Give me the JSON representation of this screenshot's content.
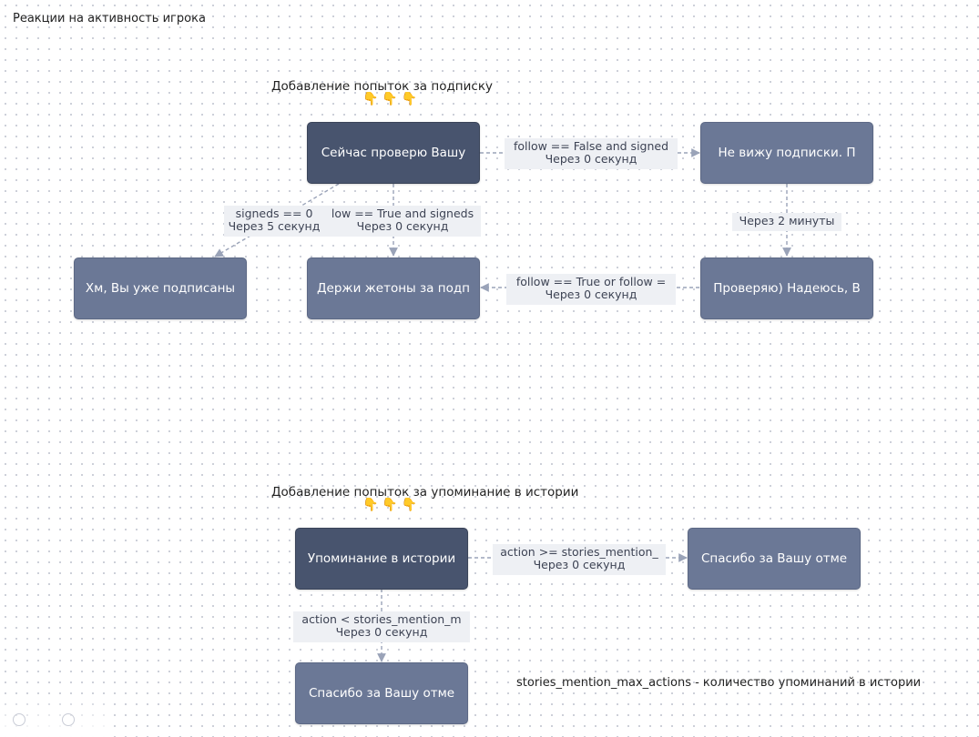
{
  "page": {
    "title": "Реакции на активность игрока"
  },
  "sections": [
    {
      "title": "Добавление попыток за подписку",
      "emojis": "👇👇👇"
    },
    {
      "title": "Добавление попыток за упоминание в истории",
      "emojis": "👇👇👇"
    }
  ],
  "nodes": {
    "check_sub": {
      "label": "Сейчас проверю Вашу",
      "style": "dark"
    },
    "no_sub": {
      "label": "Не вижу подписки. П",
      "style": "light"
    },
    "already_sub": {
      "label": "Хм, Вы уже подписаны",
      "style": "light"
    },
    "give_tokens": {
      "label": "Держи жетоны за подп",
      "style": "light"
    },
    "recheck": {
      "label": "Проверяю) Надеюсь, В",
      "style": "light"
    },
    "story_mention": {
      "label": "Упоминание в истории",
      "style": "dark"
    },
    "thanks_right": {
      "label": "Спасибо за Вашу отме",
      "style": "light"
    },
    "thanks_bottom": {
      "label": "Спасибо за Вашу отме",
      "style": "light"
    }
  },
  "edges": {
    "e1": {
      "cond": "follow == False and signed",
      "delay": "Через 0 секунд"
    },
    "e2": {
      "cond": "signeds == 0",
      "delay": "Через 5 секунд"
    },
    "e3": {
      "cond": "low == True and signeds",
      "delay": "Через 0 секунд"
    },
    "e4": {
      "delay": "Через 2 минуты"
    },
    "e5": {
      "cond": "follow == True or follow =",
      "delay": "Через 0 секунд"
    },
    "e6": {
      "cond": "action >= stories_mention_",
      "delay": "Через 0 секунд"
    },
    "e7": {
      "cond": "action < stories_mention_m",
      "delay": "Через 0 секунд"
    }
  },
  "note": "stories_mention_max_actions - количество упоминаний в истории",
  "colors": {
    "node_dark": "#48546e",
    "node_light": "#6b7896",
    "edge": "#9aa3b8",
    "label_bg": "#eef0f4"
  }
}
